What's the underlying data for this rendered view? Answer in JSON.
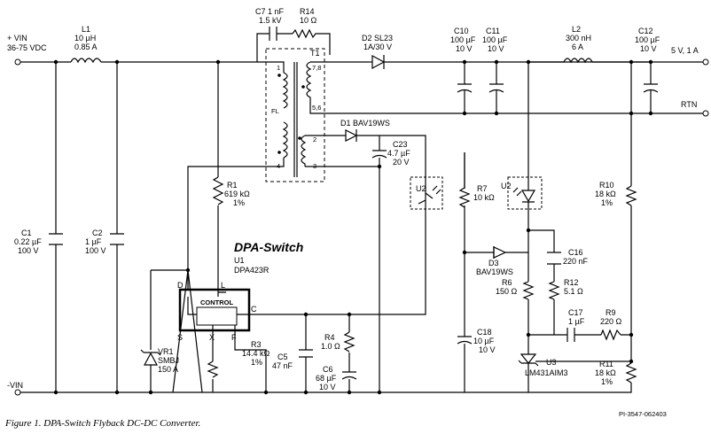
{
  "labels": {
    "vin_plus": "+ VIN",
    "vin_range": "36-75 VDC",
    "vin_minus": "-VIN",
    "l1": [
      "L1",
      "10 µH",
      "0.85 A"
    ],
    "c7": "C7 1 nF",
    "c7v": "1.5 kV",
    "r14": [
      "R14",
      "10 Ω"
    ],
    "d2": [
      "D2 SL23",
      "1A/30 V"
    ],
    "c10": [
      "C10",
      "100 µF",
      "10 V"
    ],
    "c11": [
      "C11",
      "100 µF",
      "10 V"
    ],
    "l2": [
      "L2",
      "300 nH",
      "6 A"
    ],
    "c12": [
      "C12",
      "100 µF",
      "10 V"
    ],
    "out": "5 V, 1 A",
    "rtn": "RTN",
    "t1": "T1",
    "t1pins": [
      "1",
      "7,8",
      "5,6",
      "2",
      "3",
      "4"
    ],
    "fl": "FL",
    "d1": "D1 BAV19WS",
    "c23": [
      "C23",
      "4.7 µF",
      "20 V"
    ],
    "u2a": "U2",
    "u2b": "U2",
    "r7": [
      "R7",
      "10 kΩ"
    ],
    "r10": [
      "R10",
      "18 kΩ",
      "1%"
    ],
    "r1": [
      "R1",
      "619 kΩ",
      "1%"
    ],
    "c1": [
      "C1",
      "0.22 µF",
      "100 V"
    ],
    "c2": [
      "C2",
      "1 µF",
      "100 V"
    ],
    "dpa": "DPA-Switch",
    "u1": [
      "U1",
      "DPA423R"
    ],
    "control": "CONTROL",
    "pinD": "D",
    "pinL": "L",
    "pinC": "C",
    "pinS": "S",
    "pinX": "X",
    "pinF": "F",
    "d3": [
      "D3",
      "BAV19WS"
    ],
    "c16": [
      "C16",
      "220 nF"
    ],
    "r6": [
      "R6",
      "150 Ω"
    ],
    "r12": [
      "R12",
      "5.1 Ω"
    ],
    "c17": [
      "C17",
      "1 µF"
    ],
    "r9": [
      "R9",
      "220 Ω"
    ],
    "c18": [
      "C18",
      "10 µF",
      "10 V"
    ],
    "vr1": [
      "VR1",
      "SMBJ",
      "150 A"
    ],
    "r3": [
      "R3",
      "14.4 kΩ",
      "1%"
    ],
    "c5": [
      "C5",
      "47 nF"
    ],
    "r4": [
      "R4",
      "1.0 Ω"
    ],
    "c6": [
      "C6",
      "68 µF",
      "10 V"
    ],
    "u3": [
      "U3",
      "LM431AIM3"
    ],
    "r11": [
      "R11",
      "18 kΩ",
      "1%"
    ],
    "caption": "Figure 1. DPA-Switch Flyback DC-DC Converter.",
    "ref": "PI-3547-062403"
  }
}
